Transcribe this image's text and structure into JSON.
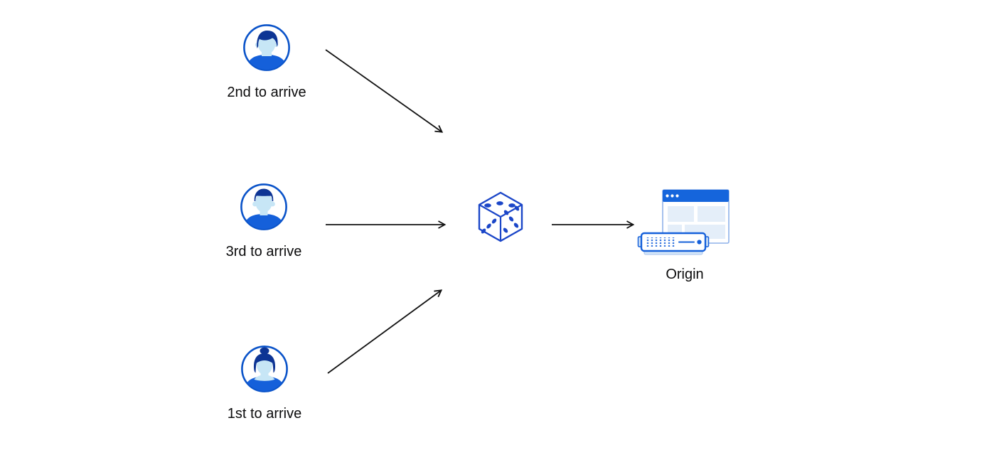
{
  "diagram": {
    "users": [
      {
        "id": "user-2nd",
        "label": "2nd to arrive",
        "avatar_icon": "male-swoop-avatar-icon"
      },
      {
        "id": "user-3rd",
        "label": "3rd to arrive",
        "avatar_icon": "male-crop-avatar-icon"
      },
      {
        "id": "user-1st",
        "label": "1st to arrive",
        "avatar_icon": "female-bun-avatar-icon"
      }
    ],
    "router": {
      "icon": "dice-icon"
    },
    "origin": {
      "label": "Origin",
      "icon": "origin-server-icon"
    },
    "arrows": [
      {
        "id": "arrow-user2-to-dice",
        "from": "user-2nd",
        "to": "dice"
      },
      {
        "id": "arrow-user3-to-dice",
        "from": "user-3rd",
        "to": "dice"
      },
      {
        "id": "arrow-user1-to-dice",
        "from": "user-1st",
        "to": "dice"
      },
      {
        "id": "arrow-dice-to-origin",
        "from": "dice",
        "to": "origin"
      }
    ],
    "colors": {
      "avatar_ring": "#0a53c9",
      "avatar_hair": "#0d3494",
      "avatar_face": "#c7e6f6",
      "avatar_shirt": "#1560da",
      "dice_stroke": "#1b46c8",
      "browser_header": "#1565dc",
      "browser_border": "#8fb2ea",
      "panel_fill": "#e4eef9",
      "server_stroke": "#1560da",
      "server_ear_fill": "#d4e6f8",
      "arrow": "#111111",
      "label_text": "#0b0b0c",
      "background": "#ffffff"
    }
  }
}
